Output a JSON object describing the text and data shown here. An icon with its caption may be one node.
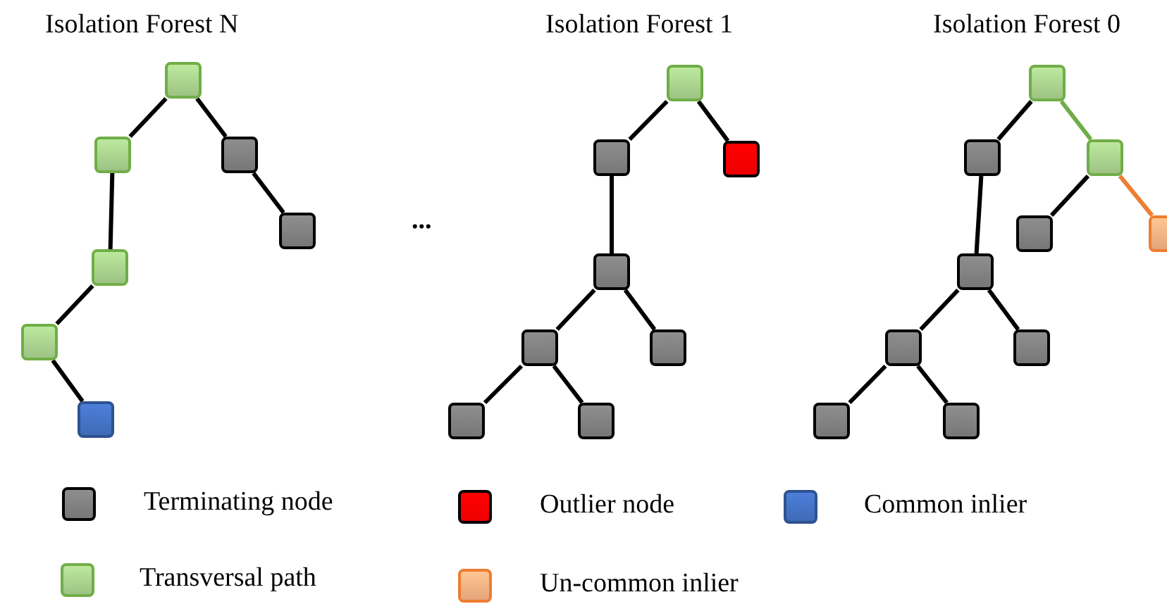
{
  "diagram": {
    "nodes": [
      {
        "text": [],
        "shape": "box"
      },
      {
        "text": [],
        "shape": "box"
      },
      {
        "text": [],
        "shape": "box"
      },
      {
        "text": [],
        "shape": "box"
      },
      {
        "text": [],
        "shape": "box"
      },
      {
        "text": [],
        "shape": "box"
      },
      {
        "text": [],
        "shape": "box"
      },
      {
        "text": [],
        "shape": "box"
      },
      {
        "text": [],
        "shape": "box"
      },
      {
        "text": [],
        "shape": "box"
      },
      {
        "text": [],
        "shape": "box"
      },
      {
        "text": [],
        "shape": "box"
      },
      {
        "text": [],
        "shape": "box"
      },
      {
        "text": [],
        "shape": "box"
      },
      {
        "text": [],
        "shape": "box"
      },
      {
        "text": [],
        "shape": "box"
      },
      {
        "text": [],
        "shape": "box"
      },
      {
        "text": [],
        "shape": "box"
      },
      {
        "text": [],
        "shape": "box"
      },
      {
        "text": [],
        "shape": "box"
      },
      {
        "text": [],
        "shape": "box"
      },
      {
        "text": [],
        "shape": "box"
      },
      {
        "text": [],
        "shape": "box"
      },
      {
        "text": [],
        "shape": "box"
      },
      {
        "text": [],
        "shape": "box"
      }
    ],
    "edges": [
      {
        "from": 0,
        "to": 1,
        "arrow": "none"
      },
      {
        "from": 0,
        "to": 2,
        "arrow": "none"
      },
      {
        "from": 2,
        "to": 3,
        "arrow": "none"
      },
      {
        "from": 1,
        "to": 4,
        "arrow": "none"
      },
      {
        "from": 4,
        "to": 5,
        "arrow": "none"
      },
      {
        "from": 5,
        "to": 6,
        "arrow": "none"
      },
      {
        "from": 7,
        "to": 8,
        "arrow": "none"
      },
      {
        "from": 7,
        "to": 9,
        "arrow": "none"
      },
      {
        "from": 8,
        "to": 10,
        "arrow": "none"
      },
      {
        "from": 10,
        "to": 11,
        "arrow": "none"
      },
      {
        "from": 10,
        "to": 12,
        "arrow": "none"
      },
      {
        "from": 11,
        "to": 13,
        "arrow": "none"
      },
      {
        "from": 11,
        "to": 14,
        "arrow": "none"
      },
      {
        "from": 15,
        "to": 16,
        "arrow": "none"
      },
      {
        "from": 15,
        "to": 17,
        "arrow": "none",
        "color": "#70ad47"
      },
      {
        "from": 17,
        "to": 18,
        "arrow": "none"
      },
      {
        "from": 17,
        "to": 19,
        "arrow": "none",
        "color": "#ed7d31"
      },
      {
        "from": 16,
        "to": 20,
        "arrow": "none"
      },
      {
        "from": 20,
        "to": 21,
        "arrow": "none"
      },
      {
        "from": 20,
        "to": 22,
        "arrow": "none"
      },
      {
        "from": 21,
        "to": 23,
        "arrow": "none"
      },
      {
        "from": 21,
        "to": 24,
        "arrow": "none"
      }
    ],
    "labels": [
      "Isolation Forest N",
      "Isolation Forest 1",
      "Isolation Forest 0",
      "..."
    ],
    "legend": [
      {
        "text": "Terminating node",
        "color": "#808080"
      },
      {
        "text": "Outlier node",
        "color": "#ff0000"
      },
      {
        "text": "Common inlier",
        "color": "#4472c4"
      },
      {
        "text": "Transversal path",
        "color": "#a9d18e"
      },
      {
        "text": "Un-common inlier",
        "color": "#f4b183"
      }
    ]
  }
}
